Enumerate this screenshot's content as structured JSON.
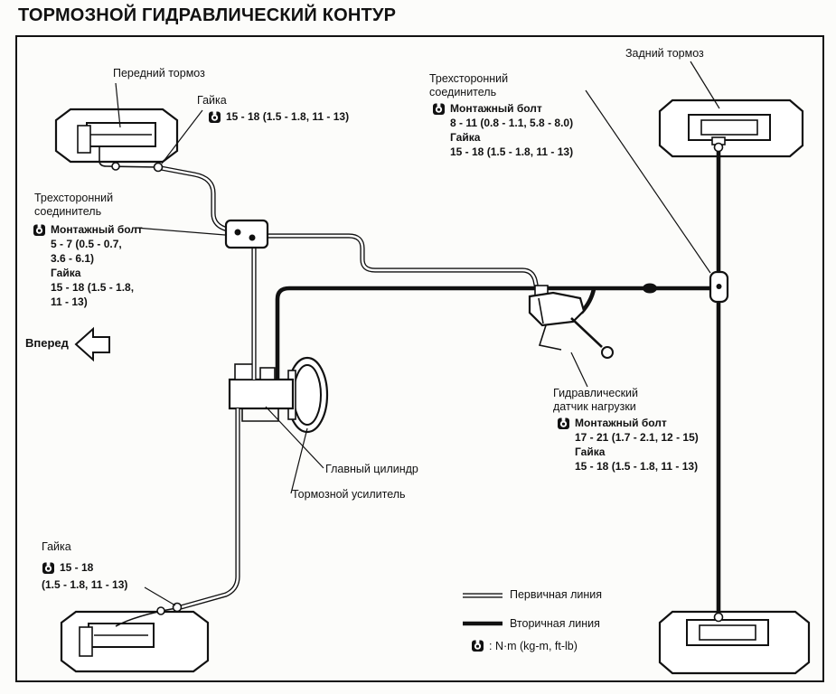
{
  "title": "ТОРМОЗНОЙ ГИДРАВЛИЧЕСКИЙ КОНТУР",
  "labels": {
    "front_brake": "Передний тормоз",
    "rear_brake": "Задний тормоз",
    "forward": "Вперед",
    "master_cylinder": "Главный цилиндр",
    "brake_booster": "Тормозной усилитель",
    "nut_top": {
      "name": "Гайка",
      "torque": "15 - 18 (1.5 - 1.8, 11 - 13)"
    },
    "three_way_left": {
      "line1": "Трехсторонний",
      "line2": "соединитель",
      "bolt": "Монтажный болт",
      "bolt_torque1": "5 - 7 (0.5 - 0.7,",
      "bolt_torque2": "3.6 - 6.1)",
      "nut": "Гайка",
      "nut_torque1": "15 - 18 (1.5 - 1.8,",
      "nut_torque2": "11 - 13)"
    },
    "three_way_right": {
      "line1": "Трехсторонний",
      "line2": "соединитель",
      "bolt": "Монтажный болт",
      "bolt_torque": "8 - 11 (0.8 - 1.1, 5.8 - 8.0)",
      "nut": "Гайка",
      "nut_torque": "15 - 18 (1.5 - 1.8, 11 - 13)"
    },
    "load_sensor": {
      "line1": "Гидравлический",
      "line2": "датчик нагрузки",
      "bolt": "Монтажный болт",
      "bolt_torque": "17 - 21 (1.7 - 2.1, 12 - 15)",
      "nut": "Гайка",
      "nut_torque": "15 - 18 (1.5 - 1.8, 11 - 13)"
    },
    "nut_bottom": {
      "name": "Гайка",
      "torque1": "15 - 18",
      "torque2": "(1.5 - 1.8, 11 - 13)"
    }
  },
  "legend": {
    "primary": "Первичная линия",
    "secondary": "Вторичная линия",
    "units": ": N·m (kg-m, ft-lb)"
  },
  "colors": {
    "ink": "#111111",
    "background": "#fcfcfa"
  }
}
